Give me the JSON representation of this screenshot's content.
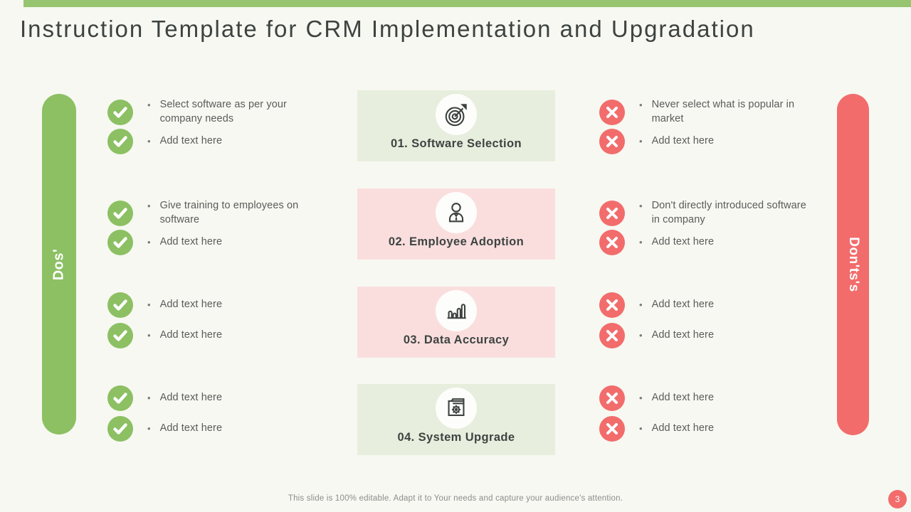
{
  "slide": {
    "title": "Instruction Template for CRM Implementation and Upgradation",
    "footer_note": "This slide is 100% editable. Adapt it to Your needs and capture your audience's attention.",
    "page_number": "3"
  },
  "glyphs": {
    "bullet": "•"
  },
  "colors": {
    "green": "#8cc063",
    "red": "#f26c6c",
    "card_green_bg": "#e7eedd",
    "card_pink_bg": "#fadede",
    "background": "#f7f8f1",
    "icon_stroke": "#3c4140"
  },
  "rails": {
    "dos_label": "Dos'",
    "donts_label": "Don'ts's"
  },
  "cards": [
    {
      "title": "01. Software Selection",
      "icon": "target-dart-icon",
      "bg": "green"
    },
    {
      "title": "02. Employee Adoption",
      "icon": "person-icon",
      "bg": "pink"
    },
    {
      "title": "03. Data Accuracy",
      "icon": "bar-chart-icon",
      "bg": "pink"
    },
    {
      "title": "04. System Upgrade",
      "icon": "window-gear-icon",
      "bg": "green"
    }
  ],
  "dos": [
    [
      "Select software as per your company needs",
      "Add text here"
    ],
    [
      "Give training to employees on software",
      "Add text here"
    ],
    [
      "Add text here",
      "Add text here"
    ],
    [
      "Add text here",
      "Add text here"
    ]
  ],
  "donts": [
    [
      "Never select what is popular in market",
      "Add text here"
    ],
    [
      "Don't directly introduced software in company",
      "Add text here"
    ],
    [
      "Add text here",
      "Add text here"
    ],
    [
      "Add text here",
      "Add text here"
    ]
  ]
}
